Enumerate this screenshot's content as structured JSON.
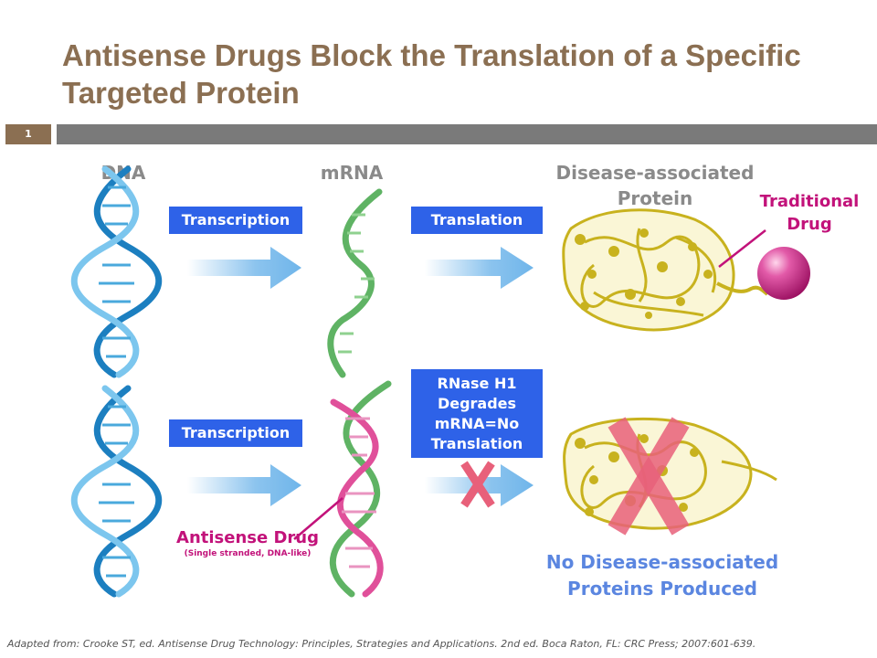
{
  "slide": {
    "title": "Antisense Drugs Block the Translation of a Specific Targeted Protein",
    "number": "1"
  },
  "columns": {
    "dna": "DNA",
    "mrna": "mRNA",
    "protein_line1": "Disease-associated",
    "protein_line2": "Protein"
  },
  "top_row": {
    "step1": "Transcription",
    "step2": "Translation",
    "traditional_drug_line1": "Traditional",
    "traditional_drug_line2": "Drug"
  },
  "bottom_row": {
    "step1": "Transcription",
    "step2_lines": [
      "RNase H1",
      "Degrades",
      "mRNA=No",
      "Translation"
    ],
    "antisense_label": "Antisense Drug",
    "antisense_sub": "(Single stranded, DNA-like)",
    "result_line1": "No Disease-associated",
    "result_line2": "Proteins Produced"
  },
  "citation": "Adapted from: Crooke ST, ed. Antisense Drug Technology: Principles, Strategies and Applications. 2nd ed. Boca Raton, FL: CRC Press; 2007:601-639.",
  "colors": {
    "title": "#8b6f52",
    "box": "#2e62e8",
    "dna_helix": "#3aa0d8",
    "mrna_helix": "#6cc070",
    "antisense": "#e0509a",
    "protein": "#c8b21e",
    "drug_sphere": "#d42a8e",
    "block_x": "#e8607a",
    "result_text": "#5b86e0"
  }
}
